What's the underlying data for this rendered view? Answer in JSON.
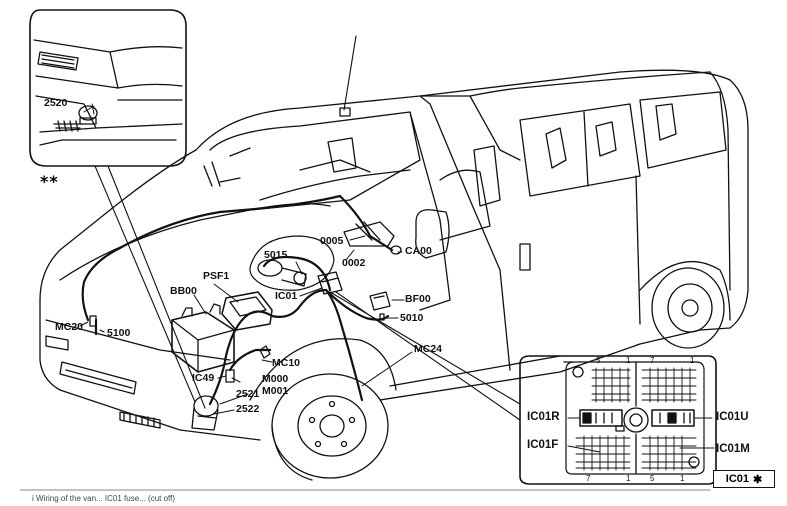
{
  "labels": {
    "l2520": "2520",
    "l0005": "0005",
    "lCA00": "CA00",
    "l0002": "0002",
    "l5015": "5015",
    "lPSF1": "PSF1",
    "lBB00": "BB00",
    "lIC01": "IC01",
    "lBF00": "BF00",
    "l5010": "5010",
    "lMC20": "MC20",
    "l5100": "5100",
    "lMC10": "MC10",
    "lMC24": "MC24",
    "lIC49": "IC49",
    "lM000": "M000",
    "lM001": "M001",
    "l2521": "2521",
    "l2522": "2522",
    "lIC01R": "IC01R",
    "lIC01U": "IC01U",
    "lIC01F": "IC01F",
    "lIC01M": "IC01M"
  },
  "stars": "**",
  "reference": {
    "code": "IC01",
    "symbol": "✱"
  },
  "connector_pins": {
    "top_left_a": "5",
    "top_left_b": "1",
    "top_right_a": "7",
    "top_right_b": "1",
    "bottom_left_a": "7",
    "bottom_left_b": "1",
    "bottom_right_a": "5",
    "bottom_right_b": "1"
  },
  "footer_text": "i Wiring of the van... IC01 fuse... (cut off)"
}
